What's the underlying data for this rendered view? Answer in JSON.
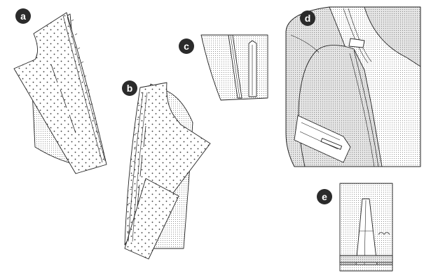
{
  "figure": {
    "steps": [
      {
        "id": "a",
        "label": "a"
      },
      {
        "id": "b",
        "label": "b"
      },
      {
        "id": "c",
        "label": "c"
      },
      {
        "id": "d",
        "label": "d"
      },
      {
        "id": "e",
        "label": "e"
      }
    ]
  },
  "colors": {
    "ink": "#222222",
    "badge": "#2b2b2b",
    "paper": "#ffffff",
    "shade": "#8f8f8f"
  }
}
